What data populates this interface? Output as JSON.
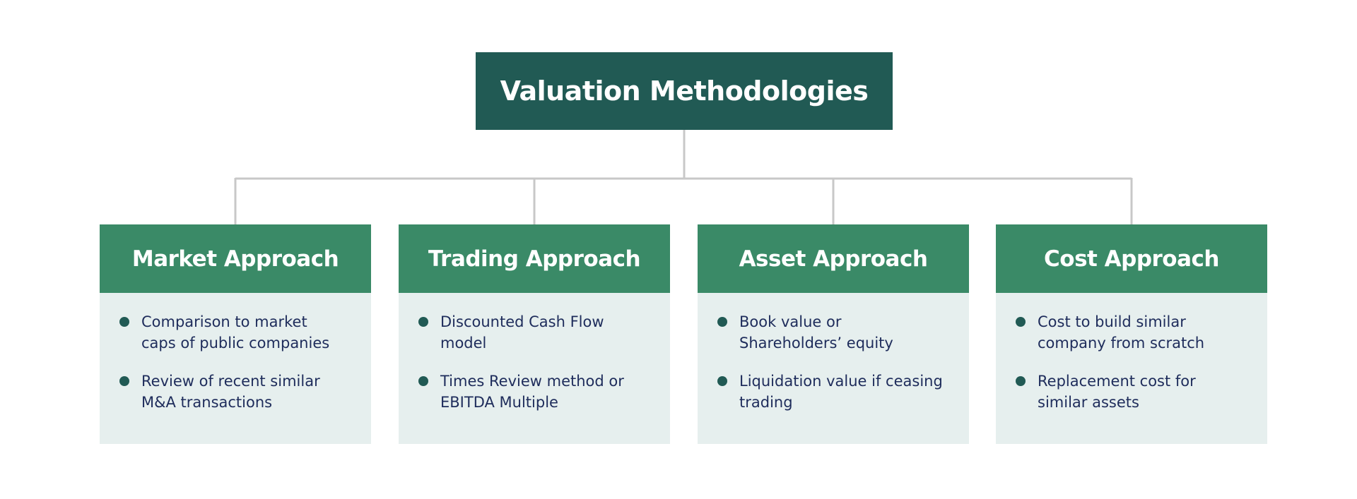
{
  "title": "Valuation Methodologies",
  "colors": {
    "root": "#215a54",
    "header": "#3a8a67",
    "body": "#e6efee",
    "text": "#1e2c5b",
    "connector": "#c8c8c8"
  },
  "cards": [
    {
      "title": "Market Approach",
      "bullets": [
        "Comparison to market caps of public companies",
        "Review of recent similar M&A transactions"
      ]
    },
    {
      "title": "Trading Approach",
      "bullets": [
        "Discounted Cash Flow model",
        "Times Review method or EBITDA Multiple"
      ]
    },
    {
      "title": "Asset Approach",
      "bullets": [
        "Book value or Shareholders’ equity",
        "Liquidation value if ceasing trading"
      ]
    },
    {
      "title": "Cost Approach",
      "bullets": [
        "Cost to build similar company from scratch",
        "Replacement cost for similar assets"
      ]
    }
  ]
}
